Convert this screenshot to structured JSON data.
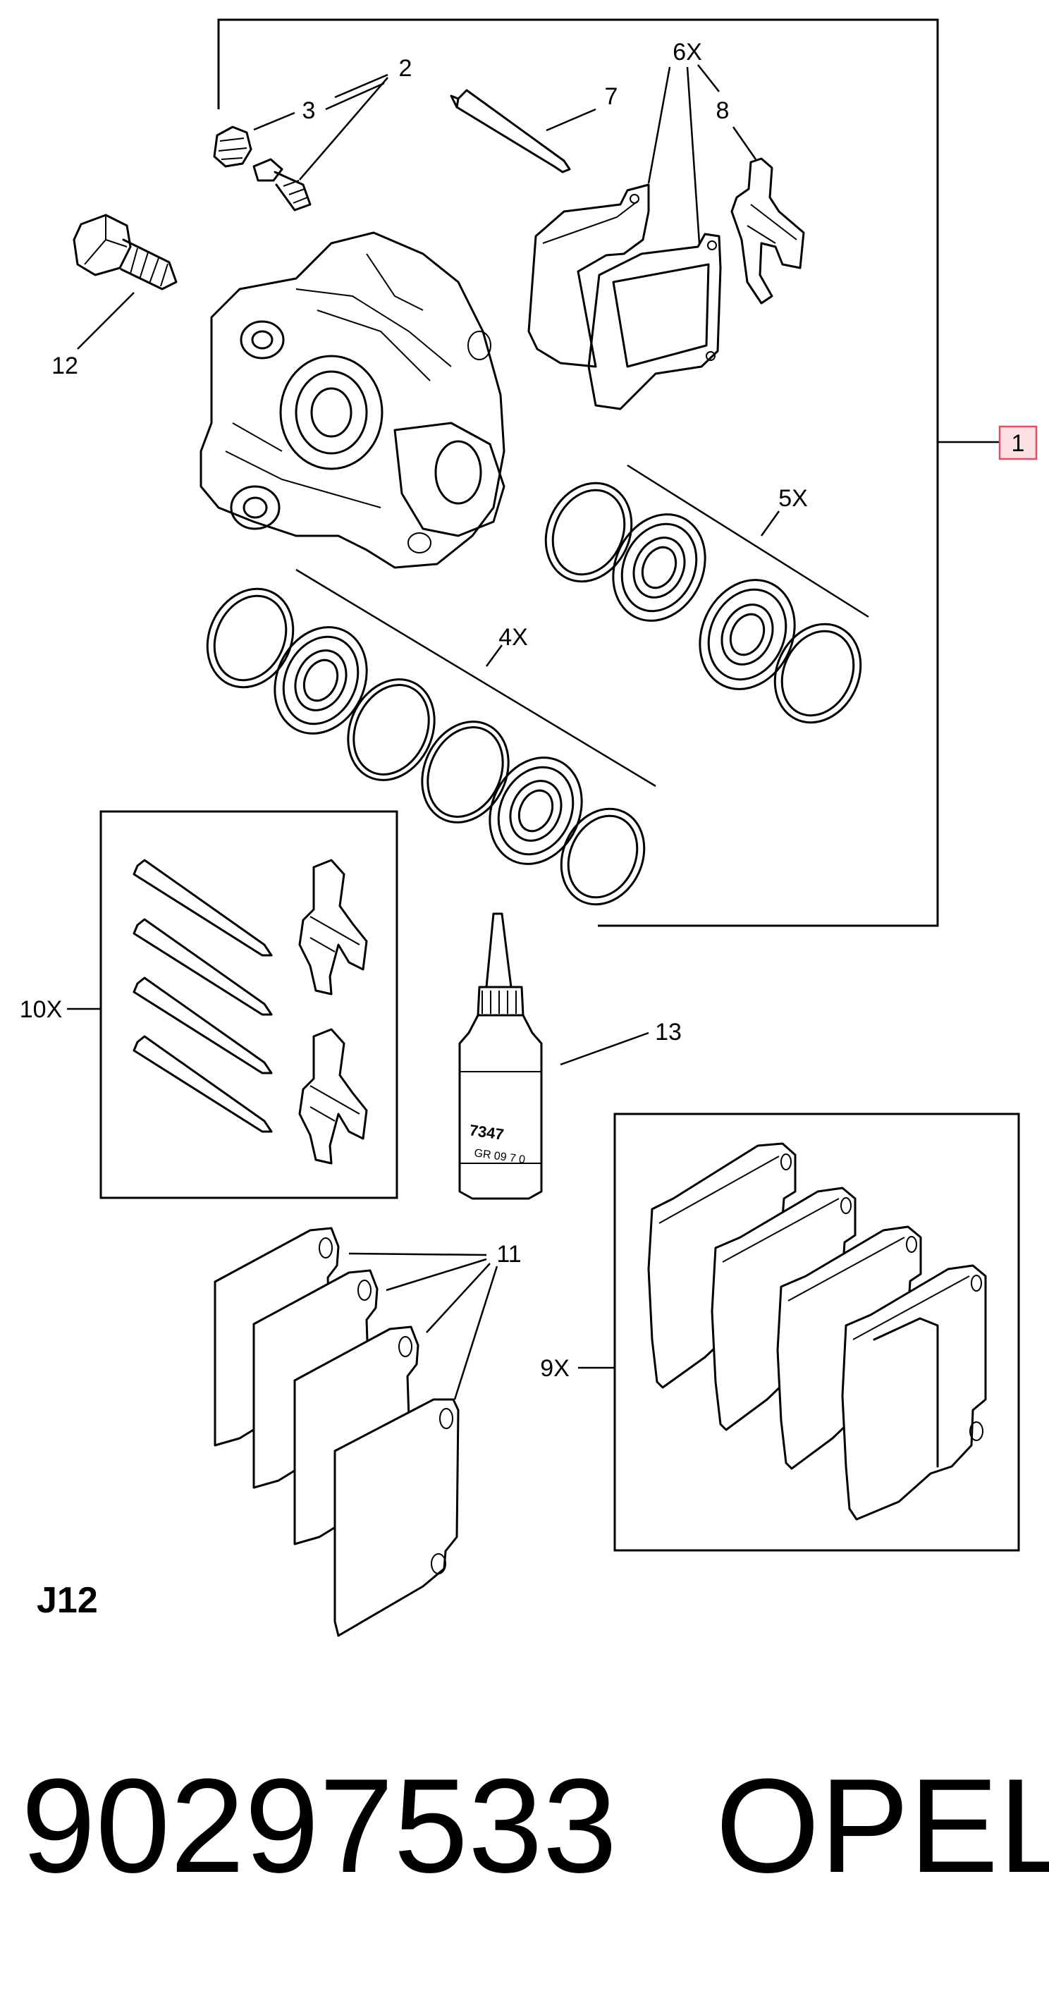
{
  "diagram": {
    "page_code": "J12",
    "part_number": "90297533",
    "brand": "OPEL",
    "callouts": {
      "c1": "1",
      "c2": "2",
      "c3": "3",
      "c4": "4X",
      "c5": "5X",
      "c6": "6X",
      "c7": "7",
      "c8": "8",
      "c9": "9X",
      "c10": "10X",
      "c11": "11",
      "c12": "12",
      "c13": "13"
    },
    "bottle_label": {
      "line1": "7347",
      "line2": "GR 09 7 0"
    },
    "colors": {
      "line": "#000000",
      "highlight_border": "#e05060",
      "highlight_fill": "#fde0e4"
    }
  }
}
